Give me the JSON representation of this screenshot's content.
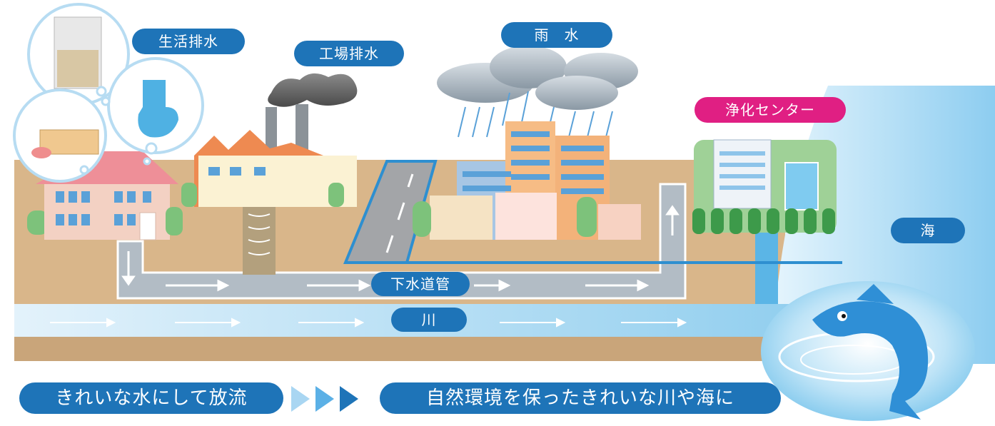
{
  "labels": {
    "domestic_wastewater": "生活排水",
    "industrial_wastewater": "工場排水",
    "rainwater": "雨　水",
    "purification_center": "浄化センター",
    "sea": "海",
    "sewer_pipe": "下水道管",
    "river": "川"
  },
  "banners": {
    "left": "きれいな水にして放流",
    "right": "自然環境を保ったきれいな川や海に"
  },
  "colors": {
    "label_blue": "#1e74b8",
    "label_pink": "#e01f83",
    "ground": "#d9b68a",
    "pipe": "#a8b2bc",
    "river": "#cde7f7",
    "sea": "#9fd4f0"
  }
}
